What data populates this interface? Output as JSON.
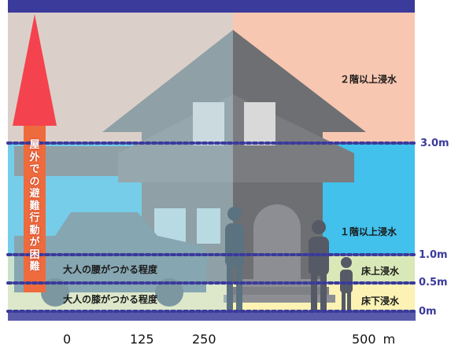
{
  "colors": {
    "top_bar": "#3b3b9c",
    "zone_floor2": "#f8c7b1",
    "zone_floor1": "#41c1ec",
    "zone_above_floor": "#d9e8b7",
    "zone_below_floor": "#fbf2b4",
    "ground_line": "#5a5aaa",
    "dotted_line": "#3a3a9c",
    "arrow": "#f4434e",
    "arrow_shaft": "#ee6b3d",
    "overlay_left": "#8fc1cd",
    "house_dark": "#6e6f72",
    "person_adult": "#555a66"
  },
  "zones": {
    "floor2": "２階以上浸水",
    "floor1": "１階以上浸水",
    "above_floor": "床上浸水",
    "below_floor": "床下浸水"
  },
  "annotations": {
    "waist": "大人の腰がつかる程度",
    "knee": "大人の膝がつかる程度",
    "evacuation": "屋外での避難行動が困難"
  },
  "depth_labels": [
    "3.0m",
    "1.0m",
    "0.5m",
    "0m"
  ],
  "scale": {
    "ticks": [
      "0",
      "125",
      "250",
      "500"
    ],
    "unit": "m"
  }
}
